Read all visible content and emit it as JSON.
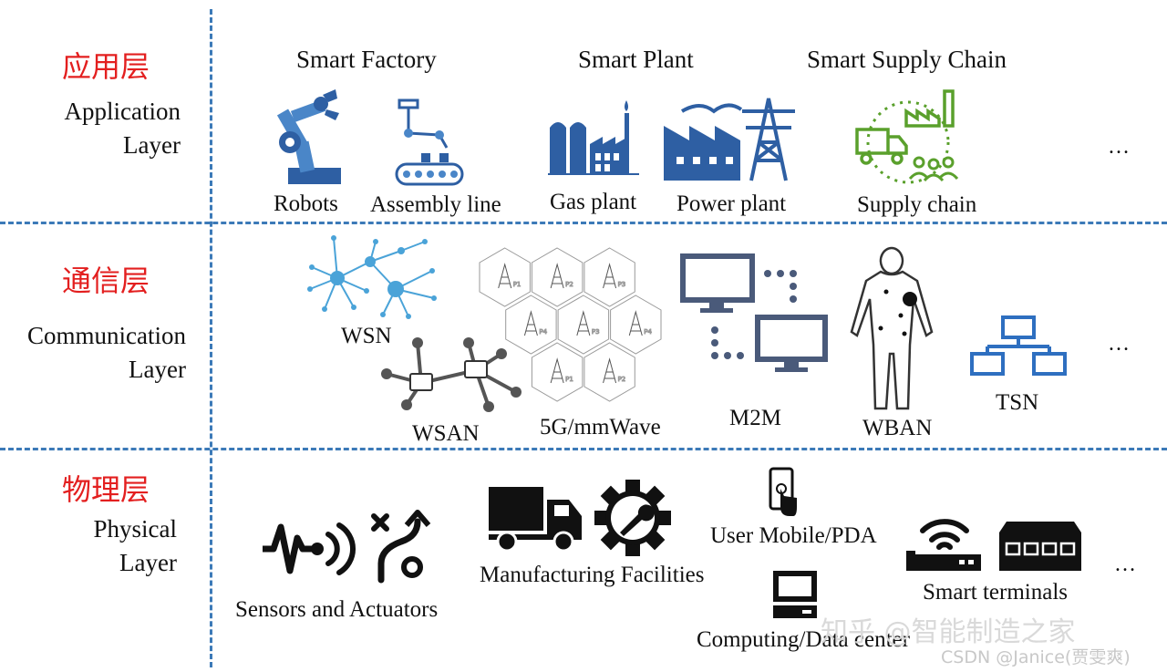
{
  "layers": {
    "application": {
      "cn": "应用层",
      "en_line1": "Application",
      "en_line2": "Layer",
      "headers": {
        "factory": "Smart Factory",
        "plant": "Smart Plant",
        "supply": "Smart Supply Chain"
      },
      "items": {
        "robots": "Robots",
        "assembly": "Assembly line",
        "gas": "Gas plant",
        "power": "Power plant",
        "supply": "Supply chain"
      },
      "ellipsis": "…"
    },
    "communication": {
      "cn": "通信层",
      "en_line1": "Communication",
      "en_line2": "Layer",
      "items": {
        "wsn": "WSN",
        "wsan": "WSAN",
        "mmwave": "5G/mmWave",
        "m2m": "M2M",
        "wban": "WBAN",
        "tsn": "TSN"
      },
      "ellipsis": "…"
    },
    "physical": {
      "cn": "物理层",
      "en_line1": "Physical",
      "en_line2": "Layer",
      "items": {
        "sensors": "Sensors and Actuators",
        "manufacturing": "Manufacturing Facilities",
        "mobile": "User Mobile/PDA",
        "terminals": "Smart terminals",
        "computing": "Computing/Data center"
      },
      "ellipsis": "…"
    }
  },
  "cells": [
    "P1",
    "P2",
    "P3",
    "P4",
    "P3",
    "P4",
    "P1",
    "P2"
  ],
  "watermark": {
    "zhihu": "知乎 @智能制造之家",
    "csdn": "CSDN @Janice(贾雯爽)"
  },
  "colors": {
    "divider": "#3c7ab8",
    "layer_cn": "#e31f1f",
    "icon_blue": "#2e5fa3",
    "icon_green": "#5aa02c"
  }
}
